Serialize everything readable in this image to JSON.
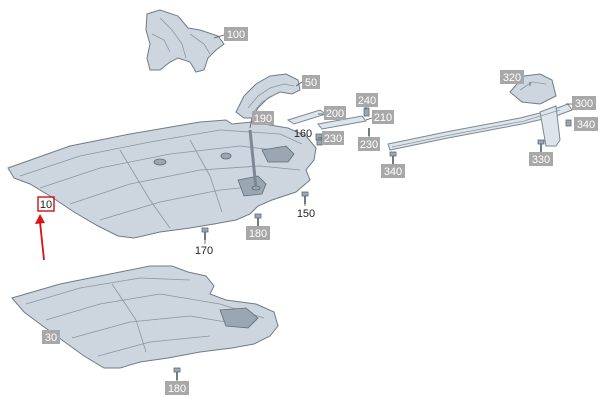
{
  "colors": {
    "part_fill": "#cdd6de",
    "part_outline": "#6f7c88",
    "callout_box": "#a8a8a8",
    "callout_text": "#ffffff",
    "highlight": "#dd1111"
  },
  "callouts": {
    "c10": "10",
    "c30": "30",
    "c50": "50",
    "c100": "100",
    "c150": "150",
    "c160": "160",
    "c170": "170",
    "c180a": "180",
    "c180b": "180",
    "c190": "190",
    "c200": "200",
    "c210": "210",
    "c230a": "230",
    "c230b": "230",
    "c240": "240",
    "c300": "300",
    "c320": "320",
    "c330": "330",
    "c340a": "340",
    "c340b": "340"
  },
  "highlighted_part": "10"
}
